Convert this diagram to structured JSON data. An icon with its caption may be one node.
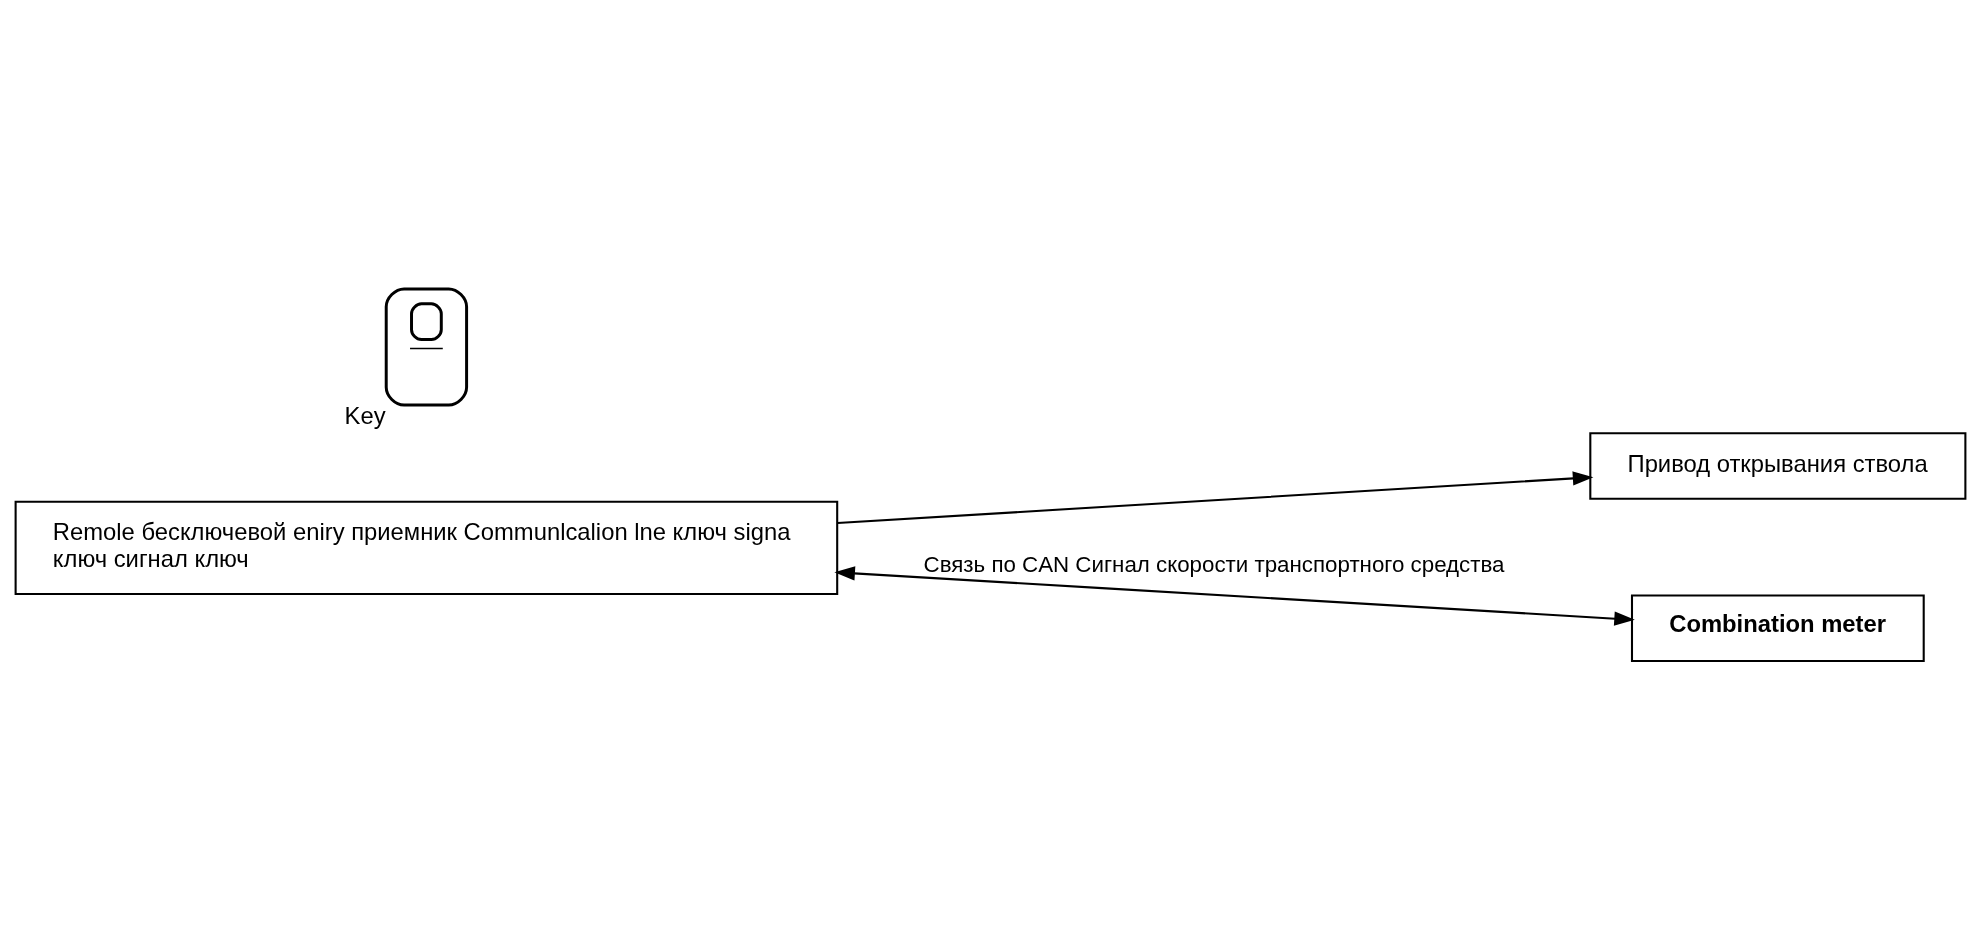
{
  "diagram": {
    "nodes": [
      {
        "text": [
          "Remole бесключевой eniry приемник Communlcalion lne ключ signa ключ сигнал ключ"
        ]
      },
      {
        "text": [
          "Привод открывания ствола"
        ]
      },
      {
        "text": [
          "Combination meter"
        ]
      },
      {
        "text": [],
        "shape": "picture",
        "beside": [
          "Key"
        ]
      }
    ],
    "edges": [
      {
        "from": 0,
        "to": 1,
        "arrow": "to"
      },
      {
        "from": 0,
        "to": 2,
        "arrow": "both",
        "label": "Связь по CAN Сигнал скорости транспортного средства"
      }
    ]
  }
}
